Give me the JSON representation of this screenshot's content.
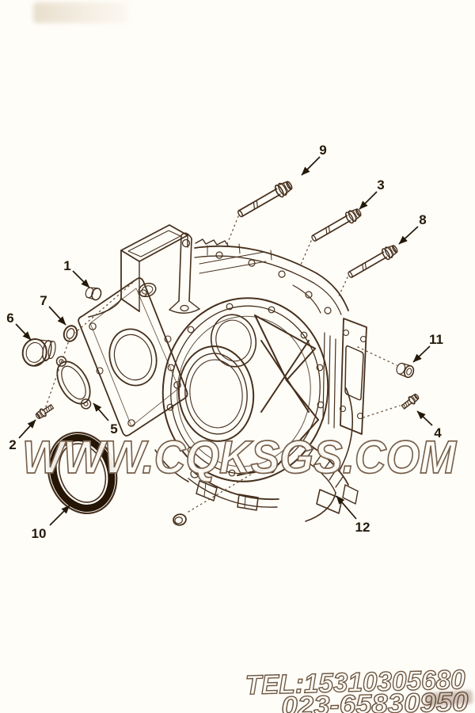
{
  "page": {
    "background": "#fffdf8"
  },
  "colors": {
    "line": "#46301d",
    "label": "#241909",
    "leader_dots": "#6b5139",
    "watermark_outline": "#77604c",
    "watermark_fill": "#fffdf7",
    "seal_dark": "#241505"
  },
  "watermark": {
    "site": "WWW.CQKSGS.COM",
    "tel_line1": "TEL:15310305680",
    "tel_line2": "023-65830950"
  },
  "diagram": {
    "type": "exploded-parts-diagram",
    "callouts": [
      {
        "label": "1",
        "part": "cup-plug-small"
      },
      {
        "label": "2",
        "part": "hex-flange-bolt-small"
      },
      {
        "label": "3",
        "part": "hex-flange-bolt-long"
      },
      {
        "label": "4",
        "part": "hex-flange-bolt-small"
      },
      {
        "label": "5",
        "part": "cover-plate"
      },
      {
        "label": "6",
        "part": "cup-plug-large"
      },
      {
        "label": "7",
        "part": "o-ring-small"
      },
      {
        "label": "8",
        "part": "hex-flange-bolt-long"
      },
      {
        "label": "9",
        "part": "hex-flange-bolt-long"
      },
      {
        "label": "10",
        "part": "seal-ring-large"
      },
      {
        "label": "11",
        "part": "dowel-bushing"
      },
      {
        "label": "12",
        "part": "housing-foot"
      }
    ]
  }
}
